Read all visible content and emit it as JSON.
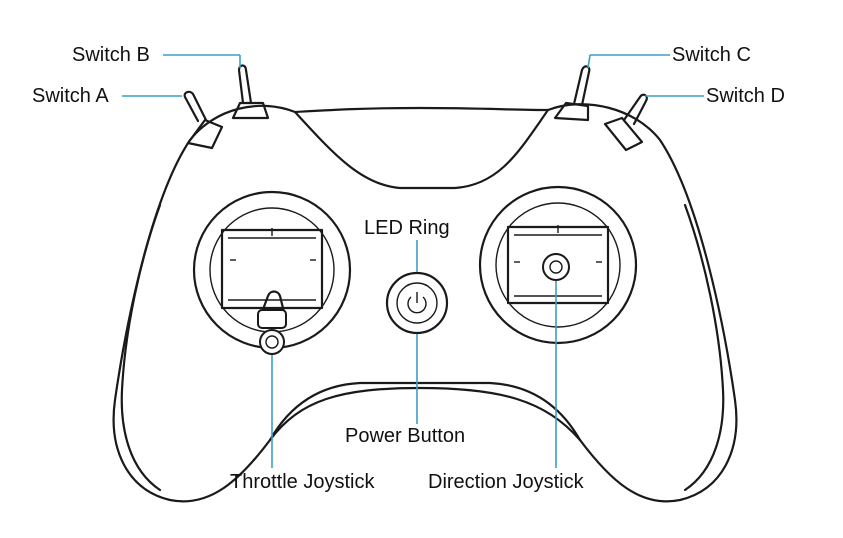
{
  "labels": {
    "switch_a": "Switch A",
    "switch_b": "Switch B",
    "switch_c": "Switch C",
    "switch_d": "Switch D",
    "led_ring": "LED Ring",
    "power_button": "Power Button",
    "throttle_joystick": "Throttle Joystick",
    "direction_joystick": "Direction Joystick"
  },
  "colors": {
    "outline": "#1a1a1a",
    "leader_line": "#3aa0c8",
    "background": "#ffffff"
  },
  "icons": {
    "power": "power-icon"
  }
}
